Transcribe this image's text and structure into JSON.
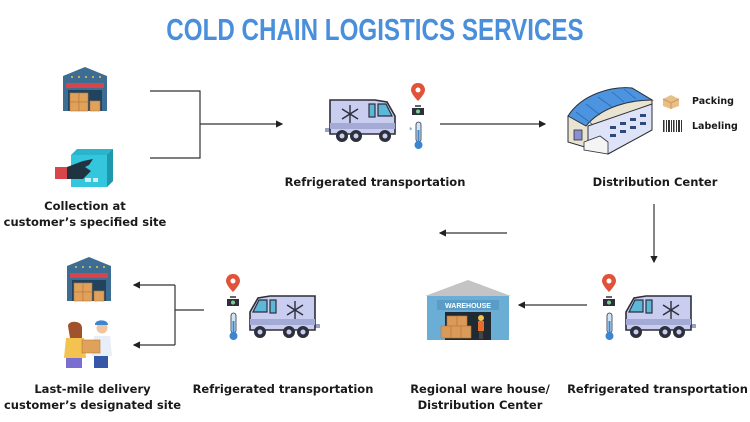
{
  "title": "COLD CHAIN LOGISTICS SERVICES",
  "colors": {
    "title": "#4a8fdc",
    "truck_body": "#c9cdf0",
    "outline": "#2d2f3a",
    "pin": "#e0533a",
    "roof": "#4c94e0"
  },
  "nodes": {
    "collection": {
      "label_line1": "Collection at",
      "label_line2": "customer’s specified site",
      "icons": [
        "warehouse-icon",
        "hand-package-icon"
      ]
    },
    "transport1": {
      "label": "Refrigerated transportation",
      "icons": [
        "refrigerated-truck-icon",
        "location-pin-icon",
        "gps-tracker-icon",
        "thermometer-icon"
      ]
    },
    "distribution": {
      "label": "Distribution Center",
      "side_items": [
        {
          "icon": "box-icon",
          "label": "Packing"
        },
        {
          "icon": "barcode-icon",
          "label": "Labeling"
        }
      ]
    },
    "transport2": {
      "label": "Refrigerated transportation"
    },
    "regional": {
      "label_line1": "Regional ware house/",
      "label_line2": "Distribution Center",
      "sign": "WAREHOUSE"
    },
    "transport3": {
      "label": "Refrigerated transportation"
    },
    "lastmile": {
      "label_line1": "Last-mile delivery",
      "label_line2": "customer’s designated site"
    }
  }
}
